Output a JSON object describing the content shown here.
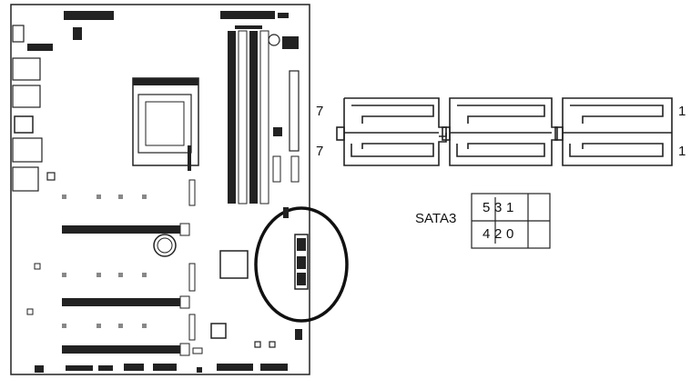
{
  "connector_view": {
    "left_top_number": "7",
    "left_bottom_number": "7",
    "right_top_number": "1",
    "right_bottom_number": "1"
  },
  "sata_table": {
    "label": "SATA3",
    "top_row": [
      "5",
      "3",
      "1"
    ],
    "bottom_row": [
      "4",
      "2",
      "0"
    ]
  }
}
